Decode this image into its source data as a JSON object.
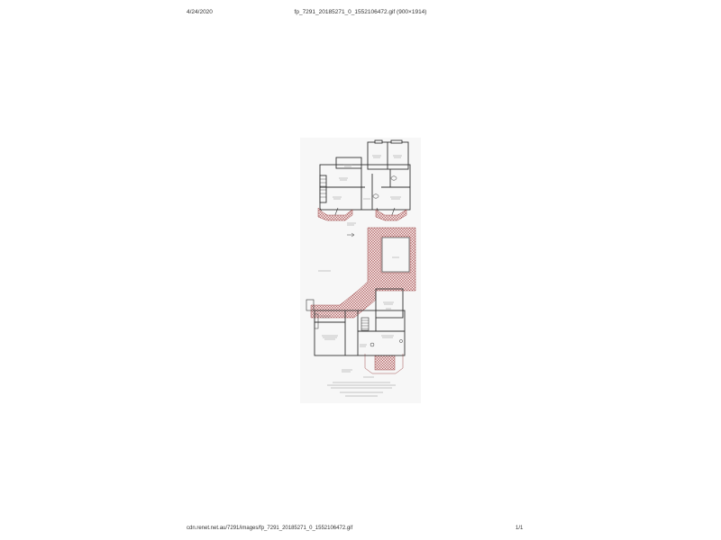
{
  "print_header": {
    "date": "4/24/2020",
    "title": "fp_7291_20185271_0_1552106472.gif (900×1914)"
  },
  "print_footer": {
    "url": "cdn.renet.net.au/7291/images/fp_7291_20185271_0_1552106472.gif",
    "page": "1/1"
  },
  "floorplan": {
    "image_kind": "floor-plan",
    "upper_floor": "upper",
    "lower_floor": "lower",
    "colors": {
      "wall": "#333333",
      "deck": "#a05050",
      "background": "#f7f7f7"
    }
  }
}
